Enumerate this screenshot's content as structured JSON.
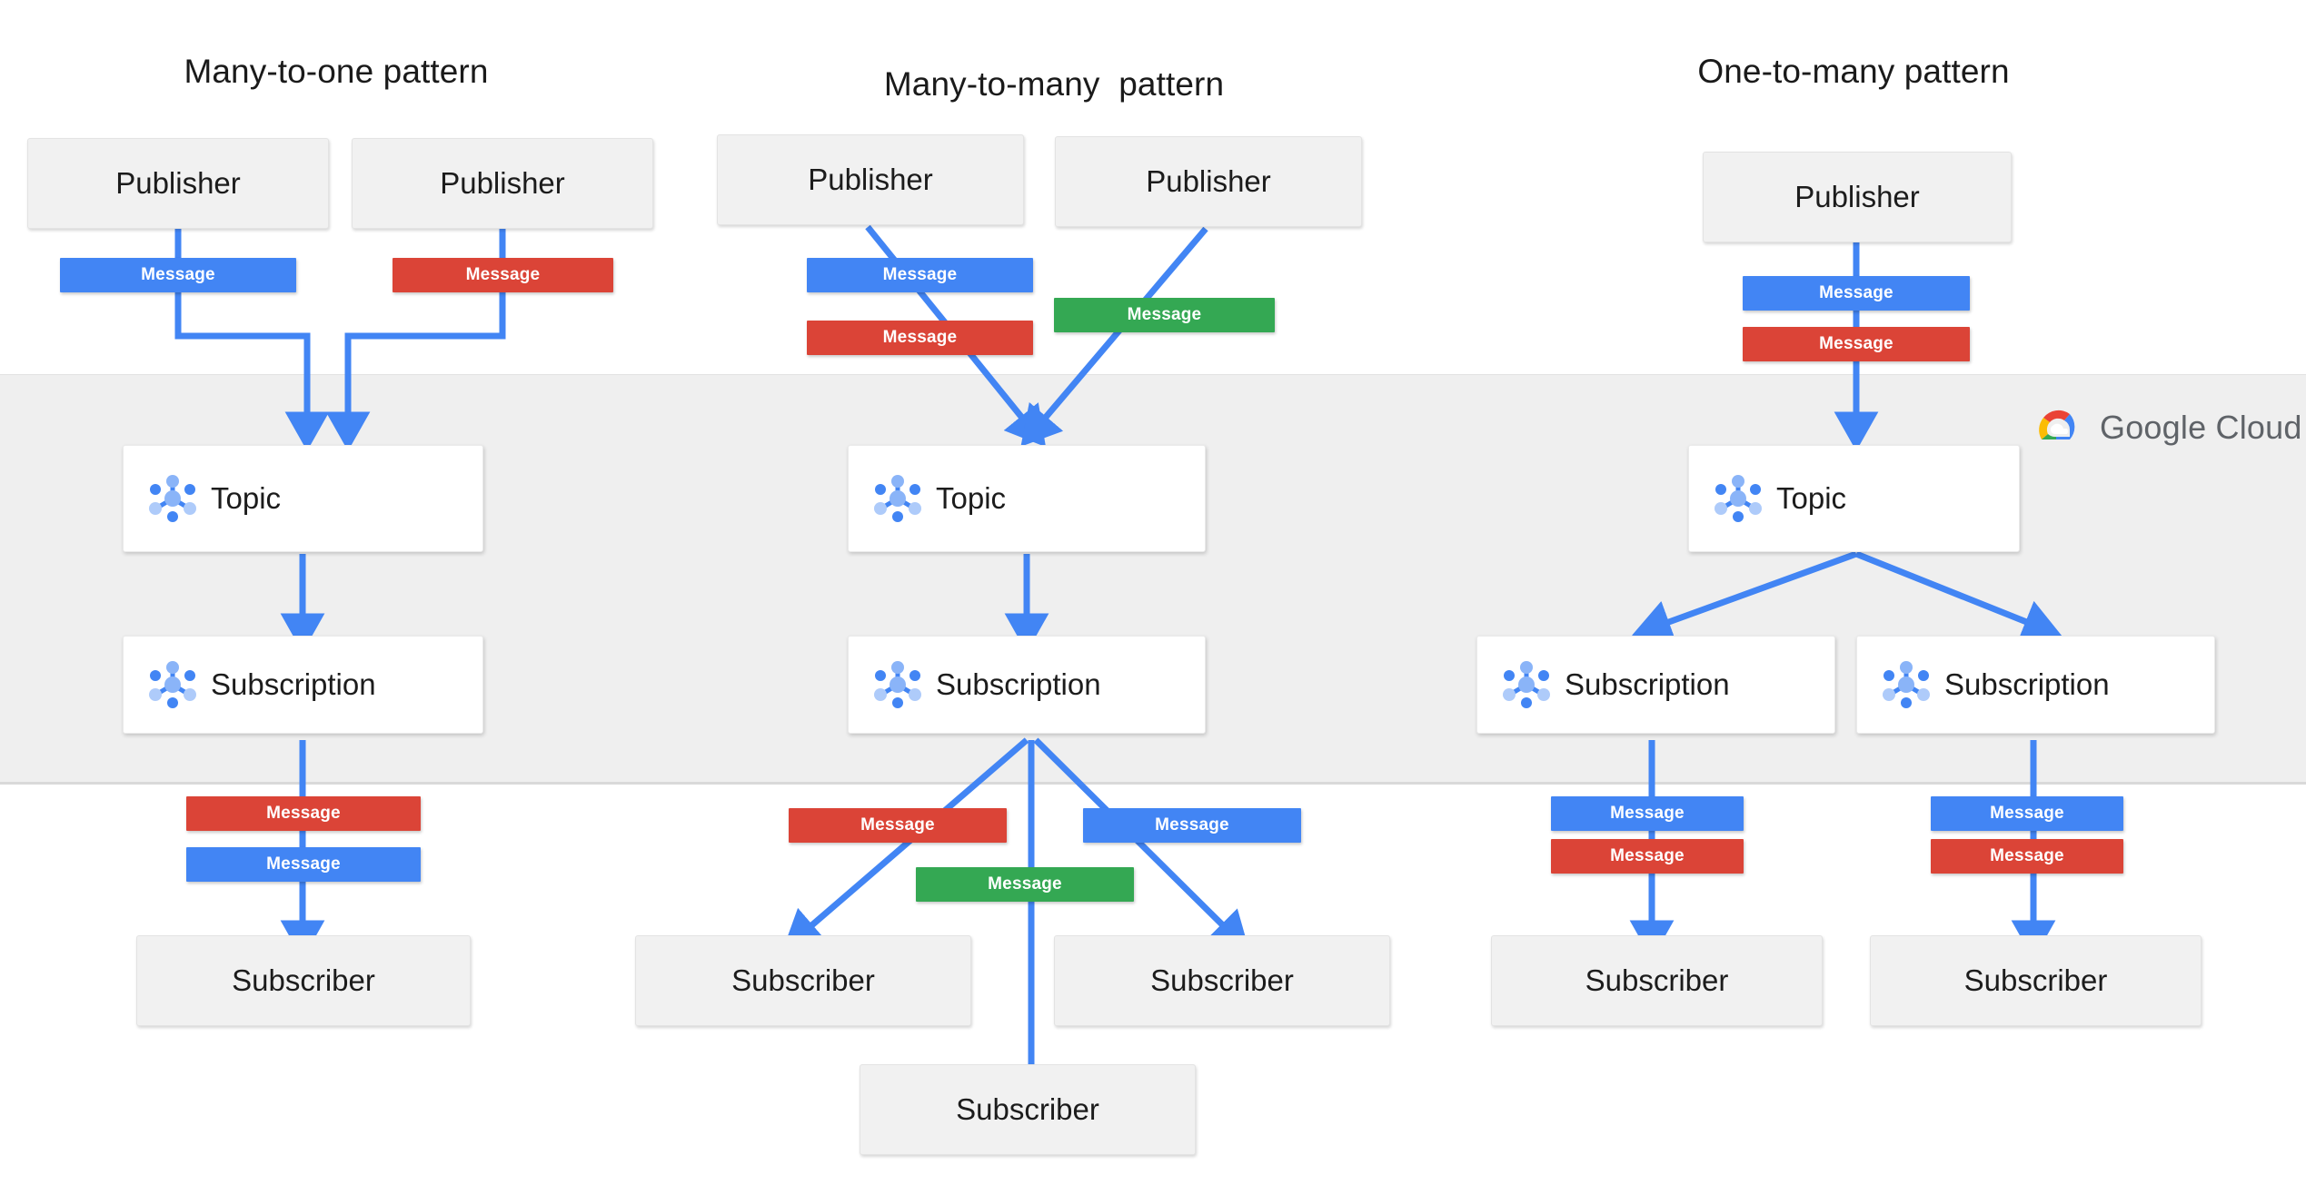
{
  "diagram": {
    "title_pattern_1": "Many-to-one pattern",
    "title_pattern_2": "Many-to-many  pattern",
    "title_pattern_3": "One-to-many pattern",
    "labels": {
      "publisher": "Publisher",
      "subscriber": "Subscriber",
      "topic": "Topic",
      "subscription": "Subscription",
      "message": "Message"
    },
    "brand": {
      "name_part_1": "Google",
      "name_part_2": "Cloud",
      "logo_colors": {
        "red": "#EA4335",
        "yellow": "#FBBC05",
        "green": "#34A853",
        "blue": "#4285F4"
      },
      "text_color": "#5F6368"
    },
    "palette": {
      "message_blue": "#4285F4",
      "message_red": "#DB4437",
      "message_green": "#34A853",
      "arrow_blue": "#4285F4",
      "band_gray": "#EFEFEF",
      "box_gray": "#F1F1F1",
      "service_white": "#FFFFFF",
      "text_dark": "#1C1C1C"
    },
    "columns": [
      {
        "id": "many-to-one",
        "title": "Many-to-one pattern",
        "publishers": [
          "Publisher",
          "Publisher"
        ],
        "publish_messages": [
          "Message",
          "Message"
        ],
        "publish_message_colors": [
          "blue",
          "red"
        ],
        "topics": [
          "Topic"
        ],
        "subscriptions": [
          "Subscription"
        ],
        "deliver_messages": [
          "Message",
          "Message"
        ],
        "deliver_message_colors": [
          "red",
          "blue"
        ],
        "subscribers": [
          "Subscriber"
        ]
      },
      {
        "id": "many-to-many",
        "title": "Many-to-many  pattern",
        "publishers": [
          "Publisher",
          "Publisher"
        ],
        "publish_messages": [
          "Message",
          "Message",
          "Message"
        ],
        "publish_message_colors": [
          "blue",
          "red",
          "green"
        ],
        "topics": [
          "Topic"
        ],
        "subscriptions": [
          "Subscription"
        ],
        "deliver_messages": [
          "Message",
          "Message",
          "Message"
        ],
        "deliver_message_colors": [
          "red",
          "blue",
          "green"
        ],
        "subscribers": [
          "Subscriber",
          "Subscriber",
          "Subscriber"
        ]
      },
      {
        "id": "one-to-many",
        "title": "One-to-many pattern",
        "publishers": [
          "Publisher"
        ],
        "publish_messages": [
          "Message",
          "Message"
        ],
        "publish_message_colors": [
          "blue",
          "red"
        ],
        "topics": [
          "Topic"
        ],
        "subscriptions": [
          "Subscription",
          "Subscription"
        ],
        "deliver_messages": [
          "Message",
          "Message",
          "Message",
          "Message"
        ],
        "deliver_message_colors": [
          "blue",
          "red",
          "blue",
          "red"
        ],
        "subscribers": [
          "Subscriber",
          "Subscriber"
        ]
      }
    ]
  }
}
